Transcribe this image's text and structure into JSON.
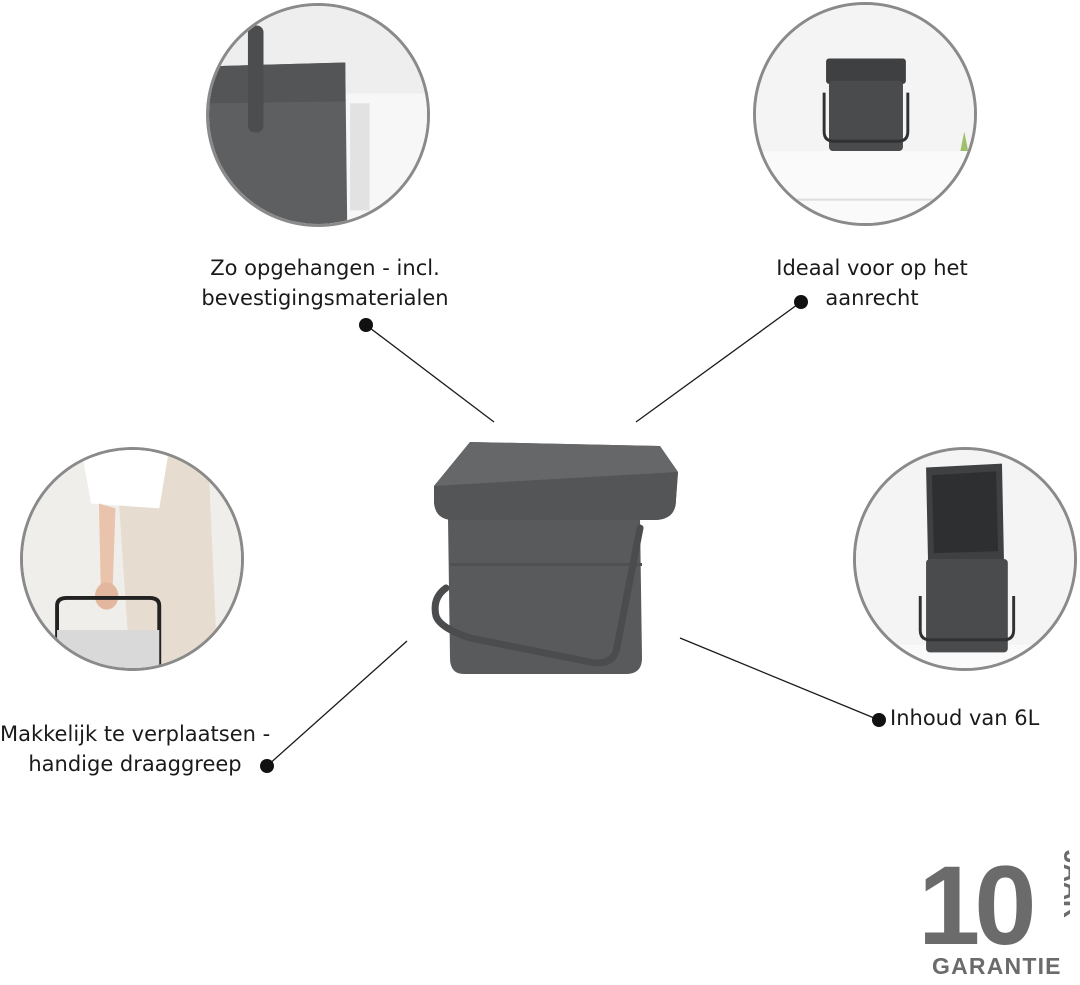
{
  "features": {
    "wall_mount": {
      "line1": "Zo opgehangen - incl.",
      "line2": "bevestigingsmaterialen"
    },
    "countertop": {
      "line1": "Ideaal voor op het",
      "line2": "aanrecht"
    },
    "carry": {
      "line1": "Makkelijk te verplaatsen -",
      "line2": "handige draaggreep"
    },
    "capacity": {
      "line1": "Inhoud van 6L"
    }
  },
  "warranty": {
    "number": "10",
    "unit": "JAAR",
    "label": "GARANTIE"
  },
  "colors": {
    "bin": "#595a5c",
    "bin_dark": "#3f4042",
    "ring": "#8a8a8a",
    "badge": "#6b6b6b"
  }
}
